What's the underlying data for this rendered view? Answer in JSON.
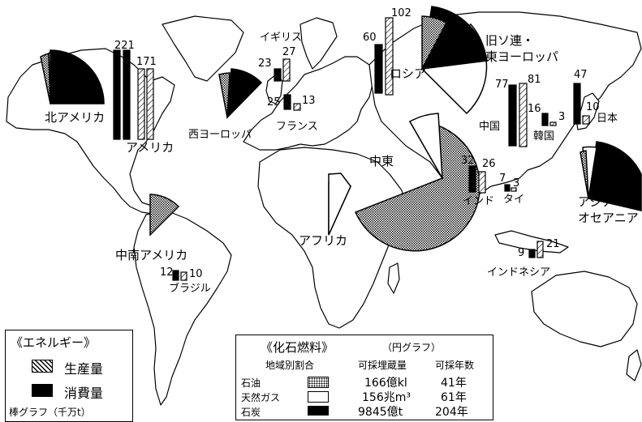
{
  "regions": {
    "north_america": "北アメリカ",
    "usa": "アメリカ",
    "western_europe": "西ヨーロッパ",
    "uk": "イギリス",
    "france": "フランス",
    "russia": "ロシア",
    "ussr": "旧ソ連・\n東ヨーロッパ",
    "china": "中国",
    "korea": "韓国",
    "japan": "日本",
    "middle_east": "中東",
    "india": "インド",
    "thailand": "タイ",
    "asia_oceania": "アジア・\nオセアニア",
    "indonesia": "インドネシア",
    "africa": "アフリカ",
    "latin_america": "中南アメリカ",
    "brazil": "ブラジル"
  },
  "bar_values": {
    "usa_consumption": "221",
    "usa_production": "171",
    "uk_consumption": "23",
    "uk_production": "27",
    "france_consumption": "25",
    "france_production": "13",
    "russia_consumption": "60",
    "russia_production": "102",
    "china_consumption": "77",
    "china_production": "81",
    "korea_consumption": "16",
    "korea_production": "3",
    "japan_consumption": "47",
    "japan_production": "10",
    "india_consumption": "32",
    "india_production": "26",
    "thailand_consumption": "7",
    "thailand_production": "3",
    "indonesia_consumption": "9",
    "indonesia_production": "21",
    "brazil_consumption": "12",
    "brazil_production": "10"
  },
  "energy_legend": {
    "title": "《エネルギー》",
    "production": "生産量",
    "consumption": "消費量",
    "unit": "棒グラフ（千万t）"
  },
  "fossil_legend": {
    "title": "《化石燃料》",
    "subtitle": "（円グラフ）",
    "col_share": "地域別割合",
    "col_reserves": "可採埋蔵量",
    "col_years": "可採年数",
    "rows": [
      {
        "name": "石油",
        "reserves": "166億kl",
        "years": "41年"
      },
      {
        "name": "天然ガス",
        "reserves": "156兆m³",
        "years": "61年"
      },
      {
        "name": "石炭",
        "reserves": "9845億t",
        "years": "204年"
      }
    ]
  }
}
